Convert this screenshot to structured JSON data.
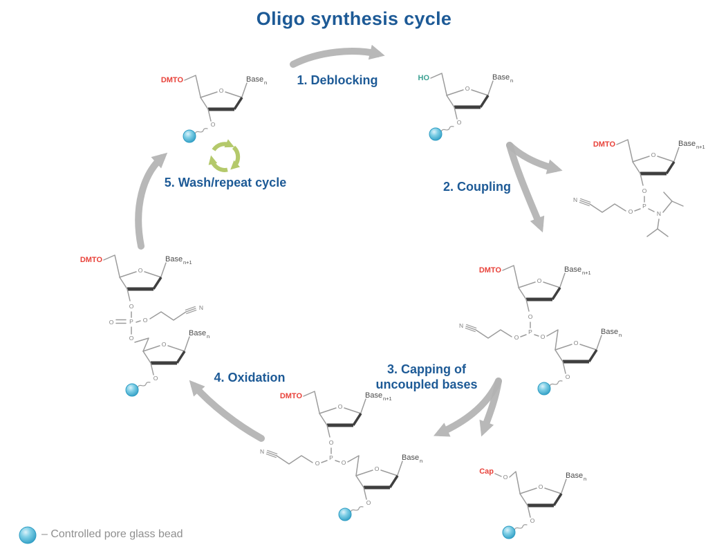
{
  "title": "Oligo synthesis cycle",
  "steps": {
    "s1": "1. Deblocking",
    "s2": "2. Coupling",
    "s3_line1": "3. Capping of",
    "s3_line2": "uncoupled bases",
    "s4": "4. Oxidation",
    "s5": "5. Wash/repeat cycle"
  },
  "legend": {
    "text": "– Controlled pore glass bead",
    "icon": "glass-bead-icon"
  },
  "chem": {
    "dmto": "DMTO",
    "ho": "HO",
    "cap": "Cap",
    "base": "Base",
    "sub_n": "n",
    "sub_n1": "n+1",
    "o": "O",
    "p": "P",
    "n": "N"
  },
  "icons": {
    "recycle": "recycle-icon",
    "bead": "glass-bead-icon",
    "arrows": [
      "arrow-step1-deblocking",
      "arrow-step2-to-amidite",
      "arrow-step2-to-coupled-product",
      "arrow-step3-to-phosphite",
      "arrow-step3-to-capped",
      "arrow-step4-oxidation",
      "arrow-step5-wash"
    ]
  },
  "colors": {
    "title_blue": "#1d5a96",
    "label_red": "#e8423a",
    "label_teal": "#3da193",
    "arrow_gray": "#b3b3b3",
    "recycle_green": "#b4c96b",
    "bead_blue": "#3fb0d5"
  }
}
